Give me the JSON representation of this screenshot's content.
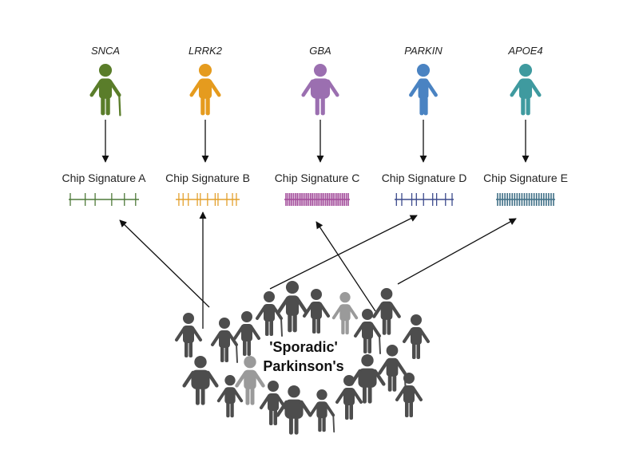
{
  "genes": [
    {
      "name": "SNCA",
      "color": "#5a7d2a",
      "figure": "elderly-person"
    },
    {
      "name": "LRRK2",
      "color": "#e59b1e",
      "figure": "person"
    },
    {
      "name": "GBA",
      "color": "#9b6fb0",
      "figure": "heavy-person"
    },
    {
      "name": "PARKIN",
      "color": "#4a83c2",
      "figure": "slim-person"
    },
    {
      "name": "APOE4",
      "color": "#3f9a9f",
      "figure": "person"
    }
  ],
  "signatures": [
    {
      "label": "Chip Signature A",
      "color": "#4f7a3a",
      "ticks": 6
    },
    {
      "label": "Chip Signature B",
      "color": "#e3a02c",
      "ticks": 11
    },
    {
      "label": "Chip Signature C",
      "color": "#a24b9a",
      "ticks": 34
    },
    {
      "label": "Chip Signature D",
      "color": "#3c4a8c",
      "ticks": 9
    },
    {
      "label": "Chip Signature E",
      "color": "#3f6f86",
      "ticks": 24
    }
  ],
  "population": {
    "label_line1": "'Sporadic'",
    "label_line2": "Parkinson's",
    "color_dark": "#4d4d4d",
    "color_light": "#9a9a9a"
  },
  "arrow_color": "#111111"
}
